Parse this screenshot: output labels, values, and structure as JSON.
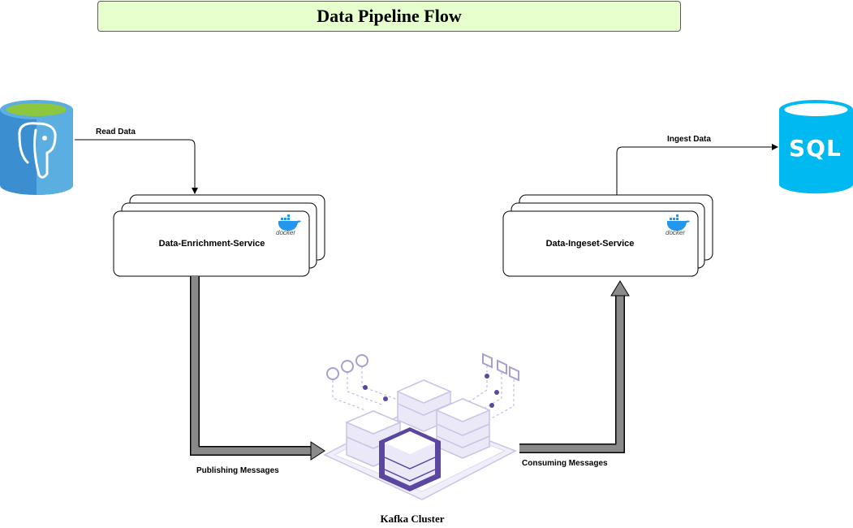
{
  "title": "Data Pipeline Flow",
  "services": {
    "enrichment": {
      "label": "Data-Enrichment-Service",
      "badge": "docker"
    },
    "ingest": {
      "label": "Data-Ingeset-Service",
      "badge": "docker"
    }
  },
  "sources": {
    "postgres_icon": "postgresql-elephant-icon",
    "sql_icon_text": "SQL"
  },
  "edges": {
    "read": "Read Data",
    "ingest": "Ingest Data",
    "publish": "Publishing Messages",
    "consume": "Consuming Messages"
  },
  "kafka": {
    "label": "Kafka Cluster"
  },
  "colors": {
    "title_bg": "#e6ffcc",
    "postgres_blue": "#3b8fd0",
    "postgres_top": "#8dc63f",
    "sql_cyan": "#00b9f1",
    "kafka_purple": "#5b47a0",
    "flow_arrow_gray": "#8a8a8a"
  }
}
